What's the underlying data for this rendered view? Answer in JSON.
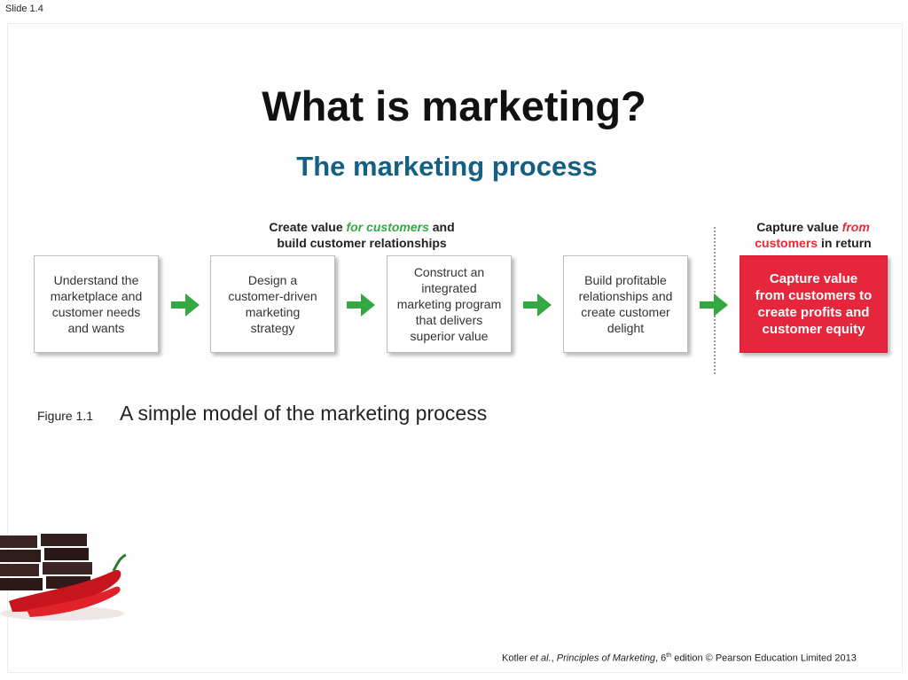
{
  "slide": {
    "number_label": "Slide 1.4",
    "title": "What is marketing?",
    "subtitle": "The marketing process"
  },
  "diagram": {
    "create_header": {
      "part1": "Create value ",
      "part2_italic": "for customers",
      "part3": " and",
      "line2": "build customer relationships"
    },
    "capture_header": {
      "part1": "Capture value ",
      "part2_italic": "from",
      "line2_highlight": "customers",
      "line2_rest": " in return"
    },
    "steps": [
      {
        "lines": [
          "Understand the",
          "marketplace and",
          "customer needs",
          "and wants"
        ]
      },
      {
        "lines": [
          "Design a",
          "customer-driven",
          "marketing",
          "strategy"
        ]
      },
      {
        "lines": [
          "Construct an",
          "integrated",
          "marketing program",
          "that delivers",
          "superior value"
        ]
      },
      {
        "lines": [
          "Build profitable",
          "relationships and",
          "create customer",
          "delight"
        ]
      },
      {
        "lines": [
          "Capture value",
          "from customers to",
          "create profits and",
          "customer equity"
        ]
      }
    ],
    "colors": {
      "arrow": "#34a842",
      "capture_box": "#e5263c",
      "emphasis_green": "#34a842",
      "emphasis_red": "#e42a3a"
    }
  },
  "figure": {
    "label": "Figure 1.1",
    "caption": "A simple model of the marketing process"
  },
  "footer": {
    "author": "Kotler ",
    "etal": "et al.",
    "sep": ", ",
    "book": "Principles of Marketing",
    "edition_num": ", 6",
    "edition_sup": "th",
    "rest": " edition © Pearson Education Limited 2013"
  }
}
